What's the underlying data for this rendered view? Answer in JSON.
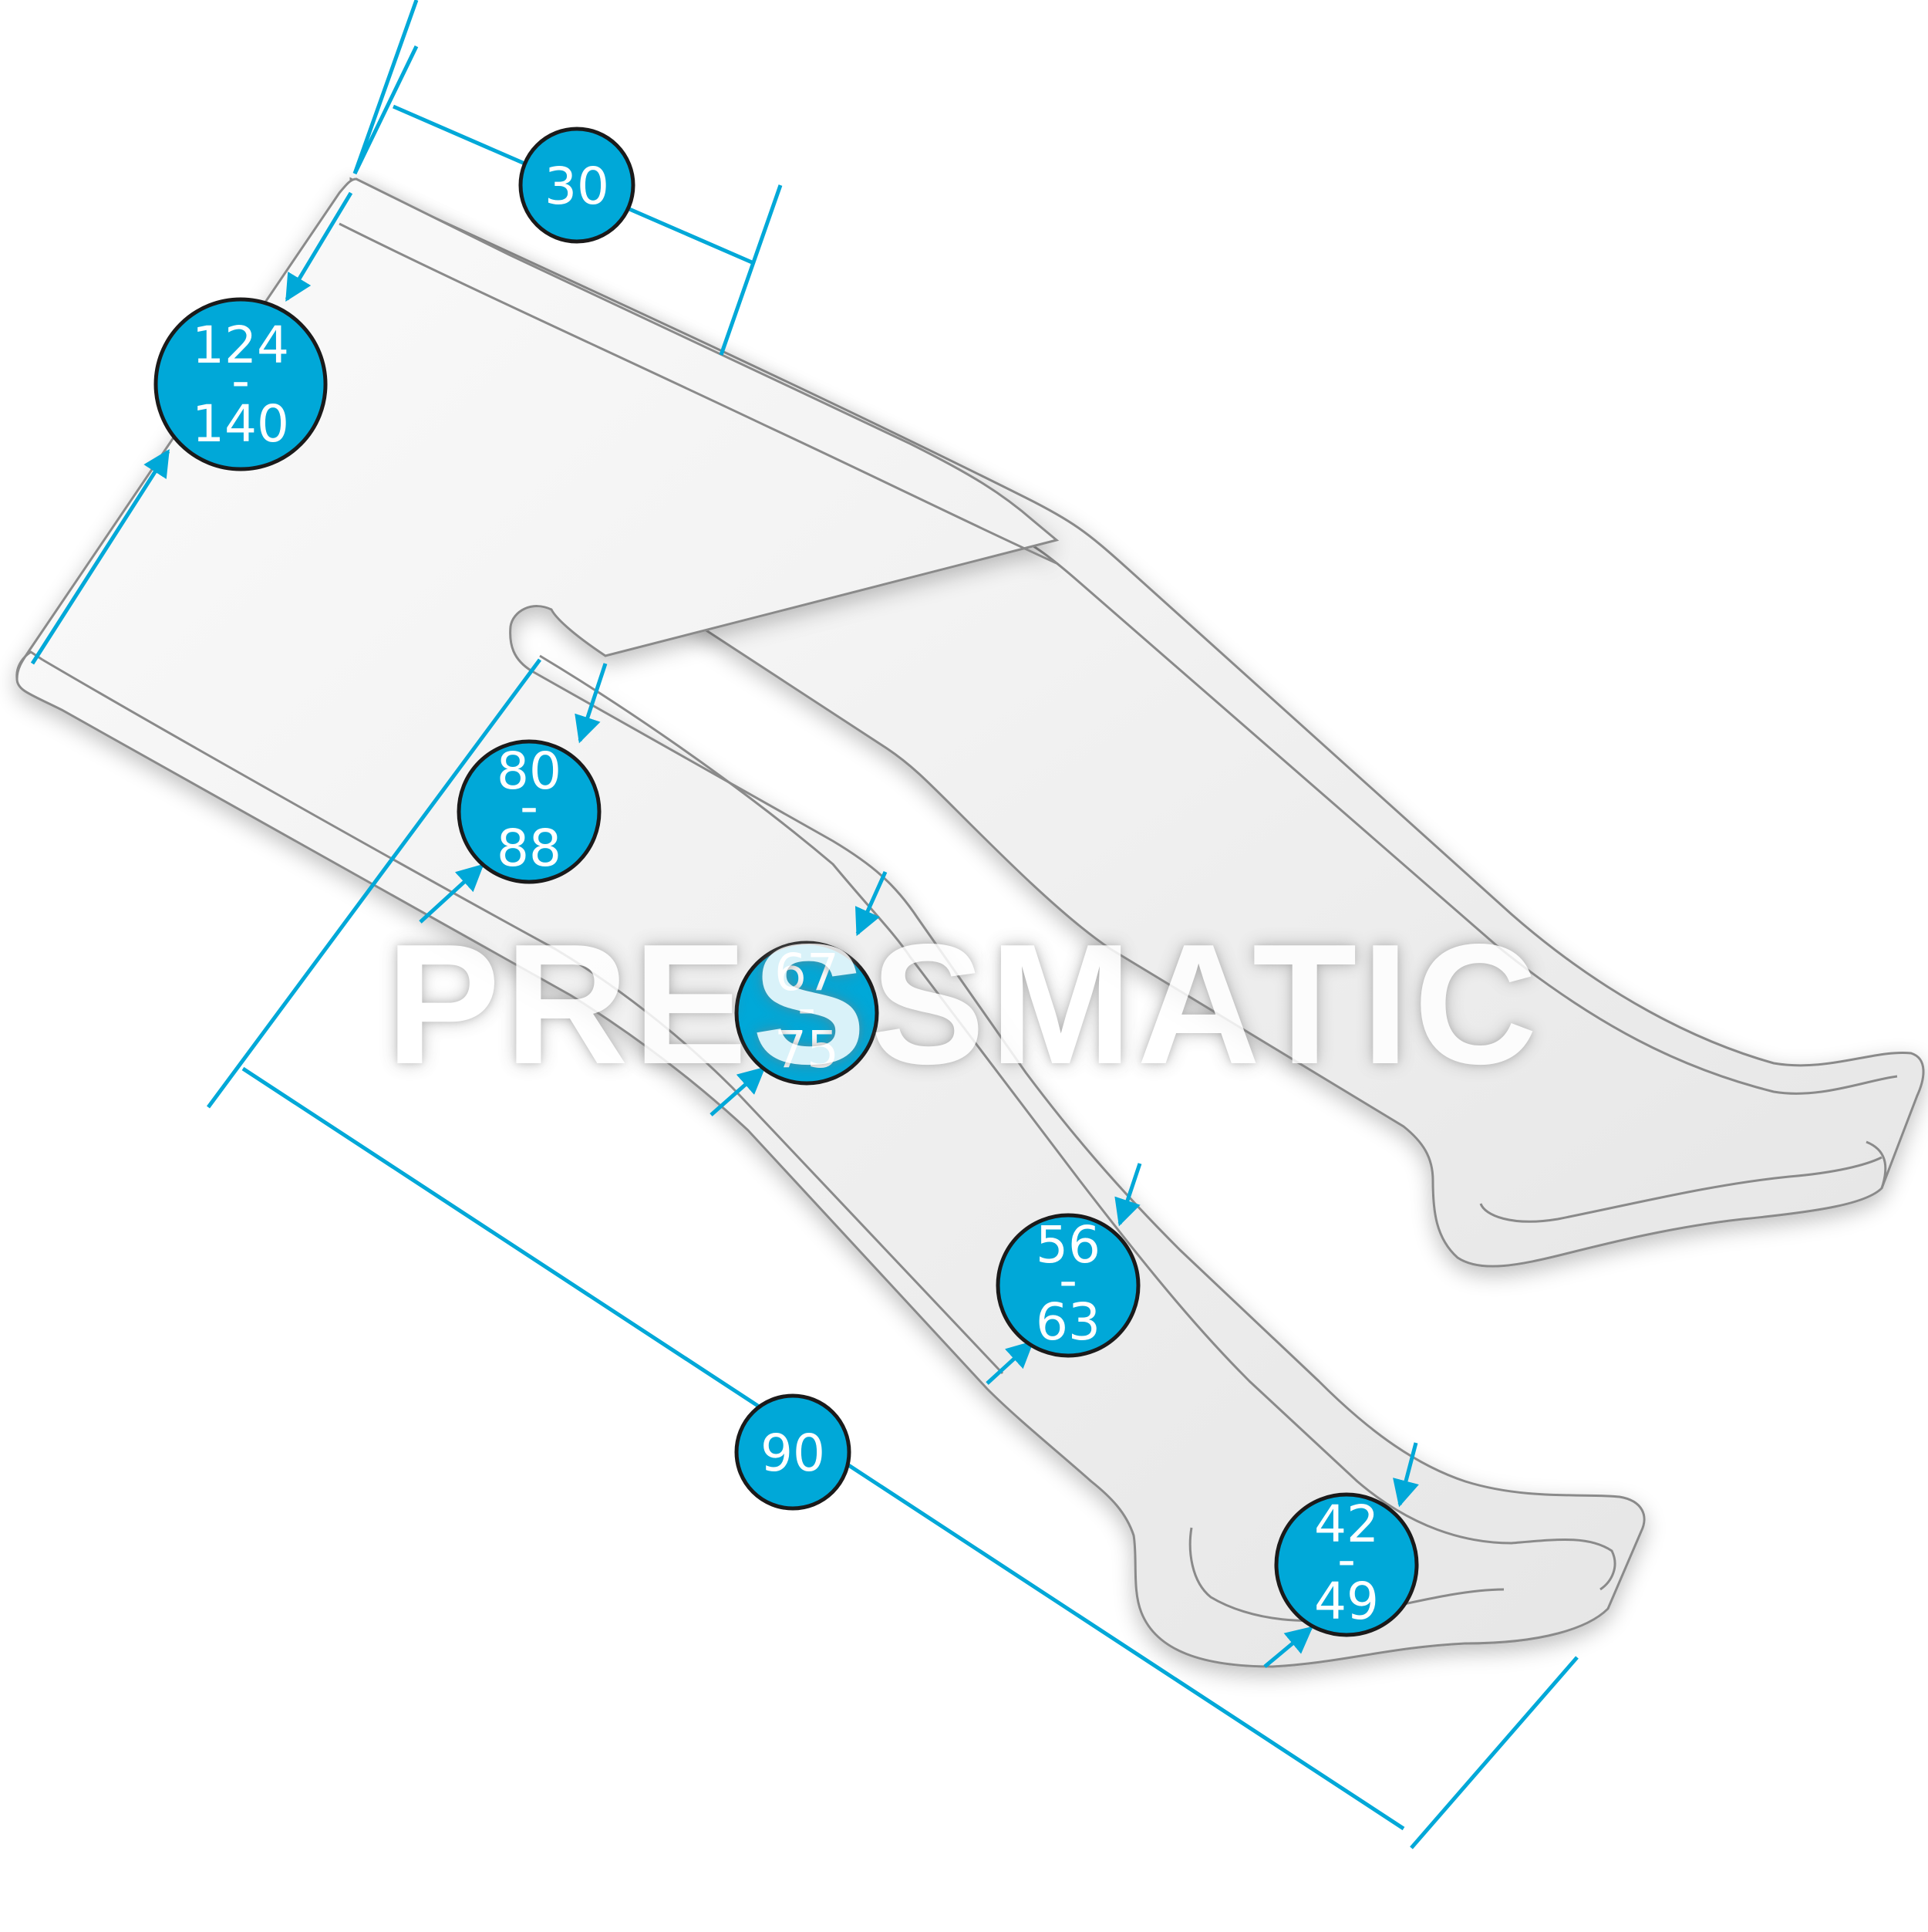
{
  "watermark": "PRESSMATIC",
  "colors": {
    "accent": "#00a8d8",
    "badge_outline": "#1a1a1a",
    "outline": "#8a8a8a",
    "fill": "#f2f2f2"
  },
  "measurements": [
    {
      "id": "thigh-top-width",
      "label": "30"
    },
    {
      "id": "hip-circumference",
      "top": "124",
      "sep": "-",
      "bottom": "140"
    },
    {
      "id": "thigh-circumference",
      "top": "80",
      "sep": "-",
      "bottom": "88"
    },
    {
      "id": "knee-circumference",
      "top": "67",
      "sep": "-",
      "bottom": "75"
    },
    {
      "id": "calf-circumference",
      "top": "56",
      "sep": "-",
      "bottom": "63"
    },
    {
      "id": "ankle-circumference",
      "top": "42",
      "sep": "-",
      "bottom": "49"
    },
    {
      "id": "leg-length",
      "label": "90"
    }
  ]
}
